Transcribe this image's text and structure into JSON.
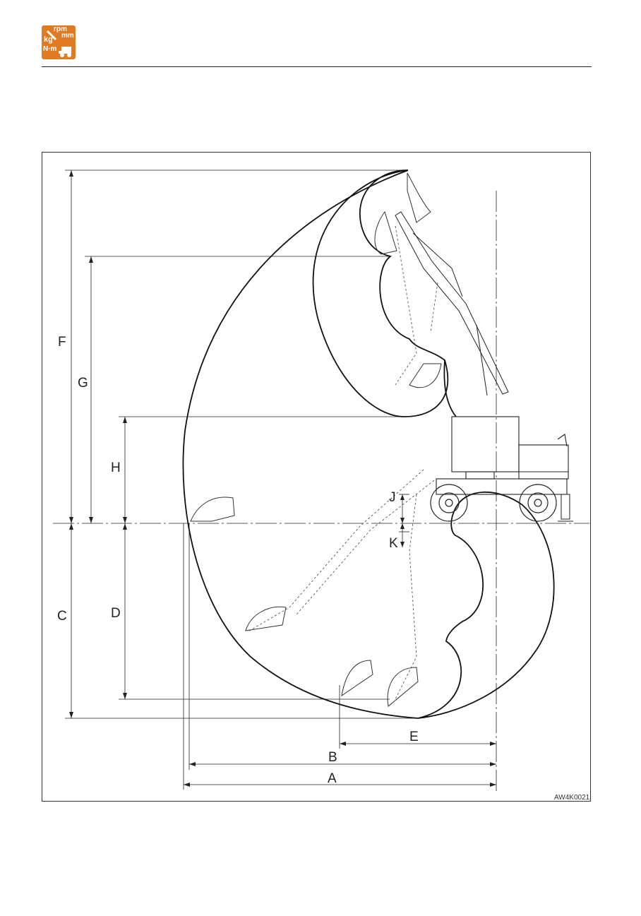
{
  "logo": {
    "rpm": "rpm",
    "mm": "mm",
    "kg": "kg",
    "nm": "N·m",
    "color": "#e07b24"
  },
  "diagram": {
    "labels": {
      "A": "A",
      "B": "B",
      "C": "C",
      "D": "D",
      "E": "E",
      "F": "F",
      "G": "G",
      "H": "H",
      "J": "J",
      "K": "K"
    },
    "figure_code": "AW4K0021"
  }
}
